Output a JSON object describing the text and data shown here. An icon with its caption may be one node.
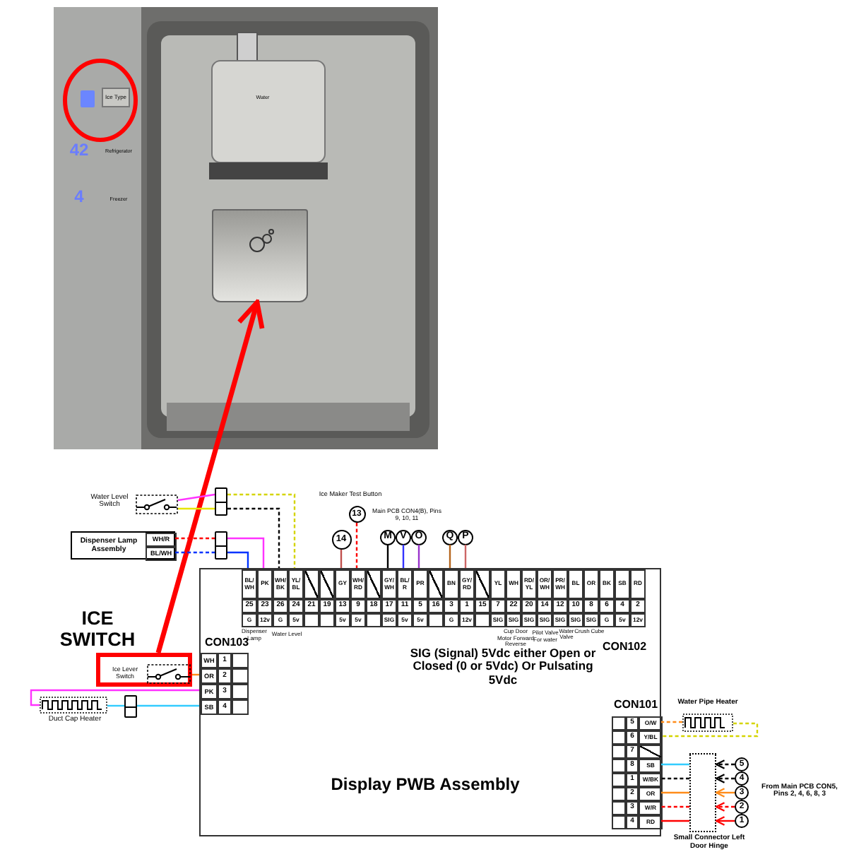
{
  "diagram": {
    "nodes": [
      {
        "text": [],
        "shape": "picture"
      },
      {
        "text": [],
        "shape": "picture",
        "in": 0
      },
      {
        "text": [
          "Water Level Switch"
        ]
      },
      {
        "text": [],
        "shape": "box"
      },
      {
        "text": [
          "Dispenser Lamp Assembly",
          "WH/R",
          "BL/WH"
        ]
      },
      {
        "text": [],
        "shape": "box"
      },
      {
        "text": [
          "Display PWB Assembly"
        ]
      },
      {
        "text": [
          "CON102"
        ],
        "in": 6
      },
      {
        "text": [
          "CON103"
        ],
        "in": 6
      },
      {
        "text": [
          "CON101"
        ],
        "in": 6
      },
      {
        "text": [
          "Ice Lever Switch"
        ]
      },
      {
        "text": [
          "Duct Cap Heater"
        ]
      },
      {
        "text": [],
        "shape": "box"
      },
      {
        "text": [
          "14"
        ]
      },
      {
        "text": [
          "13"
        ],
        "beside": [
          "Ice Maker Test Button"
        ]
      },
      {
        "text": [
          "M"
        ]
      },
      {
        "text": [
          "V"
        ],
        "beside": [
          "Main PCB CON4(B), Pins 9, 10, 11"
        ]
      },
      {
        "text": [
          "O"
        ]
      },
      {
        "text": [
          "Q"
        ]
      },
      {
        "text": [
          "P"
        ]
      },
      {
        "text": [
          "Water Pipe Heater"
        ]
      },
      {
        "text": [
          "Small Connector Left Door Hinge"
        ]
      },
      {
        "text": [
          "5"
        ]
      },
      {
        "text": [
          "4"
        ]
      },
      {
        "text": [
          "3"
        ]
      },
      {
        "text": [
          "2"
        ]
      },
      {
        "text": [
          "1"
        ]
      }
    ],
    "edges": [
      {
        "from": 10,
        "to": 1,
        "arrow": "to",
        "style": "thick",
        "color": "#ff0000"
      },
      {
        "from": 2,
        "to": 3,
        "arrow": "none",
        "color": "#ff33ff"
      },
      {
        "from": 2,
        "to": 3,
        "arrow": "none",
        "color": "#e6e600"
      },
      {
        "from": 3,
        "to": 7,
        "arrow": "none",
        "style": "dashed",
        "color": "#d4d400"
      },
      {
        "from": 3,
        "to": 7,
        "arrow": "none",
        "style": "dashed",
        "color": "#000000"
      },
      {
        "from": 4,
        "to": 5,
        "arrow": "none",
        "style": "dashed",
        "color": "#ff0000"
      },
      {
        "from": 4,
        "to": 5,
        "arrow": "none",
        "style": "dashed",
        "color": "#0033ff"
      },
      {
        "from": 5,
        "to": 7,
        "arrow": "none",
        "color": "#ff33ff"
      },
      {
        "from": 5,
        "to": 7,
        "arrow": "none",
        "color": "#0033ff"
      },
      {
        "from": 10,
        "to": 8,
        "arrow": "none",
        "color": "#ff8c1a"
      },
      {
        "from": 11,
        "to": 8,
        "arrow": "none",
        "color": "#ff33ff"
      },
      {
        "from": 11,
        "to": 12,
        "arrow": "none",
        "color": "#33ccff"
      },
      {
        "from": 12,
        "to": 8,
        "arrow": "none",
        "color": "#33ccff"
      },
      {
        "from": 13,
        "to": 7,
        "arrow": "none",
        "color": "#c0504d"
      },
      {
        "from": 14,
        "to": 7,
        "arrow": "none",
        "style": "dashed",
        "color": "#ff0000"
      },
      {
        "from": 15,
        "to": 7,
        "arrow": "none",
        "color": "#000000"
      },
      {
        "from": 16,
        "to": 7,
        "arrow": "none",
        "color": "#3333ff"
      },
      {
        "from": 17,
        "to": 7,
        "arrow": "none",
        "color": "#9933cc"
      },
      {
        "from": 18,
        "to": 7,
        "arrow": "none",
        "color": "#b5651d"
      },
      {
        "from": 19,
        "to": 7,
        "arrow": "none",
        "color": "#cc6666"
      },
      {
        "from": 20,
        "to": 9,
        "arrow": "none",
        "style": "dashed",
        "color": "#ff8c1a"
      },
      {
        "from": 20,
        "to": 9,
        "arrow": "none",
        "style": "dashed",
        "color": "#d4d400"
      },
      {
        "from": 22,
        "to": 21,
        "arrow": "to",
        "style": "dashed",
        "color": "#000000"
      },
      {
        "from": 23,
        "to": 21,
        "arrow": "to",
        "style": "dashed",
        "color": "#000000"
      },
      {
        "from": 24,
        "to": 21,
        "arrow": "to",
        "color": "#ff8c1a"
      },
      {
        "from": 25,
        "to": 21,
        "arrow": "to",
        "style": "dashed",
        "color": "#ff0000"
      },
      {
        "from": 26,
        "to": 21,
        "arrow": "to",
        "color": "#ff0000"
      },
      {
        "from": 21,
        "to": 9,
        "arrow": "none",
        "color": "#33ccff"
      },
      {
        "from": 21,
        "to": 9,
        "arrow": "none",
        "style": "dashed",
        "color": "#000000"
      },
      {
        "from": 21,
        "to": 9,
        "arrow": "none",
        "color": "#ff8c1a"
      },
      {
        "from": 21,
        "to": 9,
        "arrow": "none",
        "style": "dashed",
        "color": "#ff0000"
      },
      {
        "from": 21,
        "to": 9,
        "arrow": "none",
        "color": "#ff0000"
      }
    ],
    "labels": [
      "Ice Type",
      "Water",
      "42",
      "Refrigerator",
      "4",
      "Freezer",
      "BL/WH",
      "PK",
      "WH/BK",
      "YL/BL",
      "GY",
      "WH/RD",
      "GY/WH",
      "BL/R",
      "PR",
      "BN",
      "GY/RD",
      "YL",
      "WH",
      "RD/YL",
      "OR/WH",
      "PR/WH",
      "BL",
      "OR",
      "BK",
      "SB",
      "RD",
      "25",
      "23",
      "26",
      "24",
      "21",
      "19",
      "13",
      "9",
      "18",
      "17",
      "11",
      "5",
      "16",
      "3",
      "1",
      "15",
      "7",
      "22",
      "20",
      "14",
      "12",
      "10",
      "8",
      "6",
      "4",
      "2",
      "G",
      "12v",
      "G",
      "5v",
      "5v",
      "5v",
      "SIG",
      "5v",
      "5v",
      "G",
      "12v",
      "SIG",
      "SIG",
      "SIG",
      "SIG",
      "SIG",
      "SIG",
      "SIG",
      "G",
      "5v",
      "12v",
      "Dispenser Lamp",
      "Water Level",
      "Cup Door Motor Forward Reverse",
      "Pilot Valve For water",
      "Water Valve",
      "Crush",
      "Cube",
      "ICE SWITCH",
      "WH",
      "1",
      "OR",
      "2",
      "PK",
      "3",
      "SB",
      "4",
      "SIG (Signal) 5Vdc either Open or Closed (0 or 5Vdc) Or Pulsating 5Vdc",
      "5",
      "O/W",
      "6",
      "Y/BL",
      "7",
      "8",
      "SB",
      "1",
      "W/BK",
      "2",
      "OR",
      "3",
      "W/R",
      "4",
      "RD",
      "From Main PCB CON5, Pins 2, 4, 6, 8, 3"
    ]
  }
}
